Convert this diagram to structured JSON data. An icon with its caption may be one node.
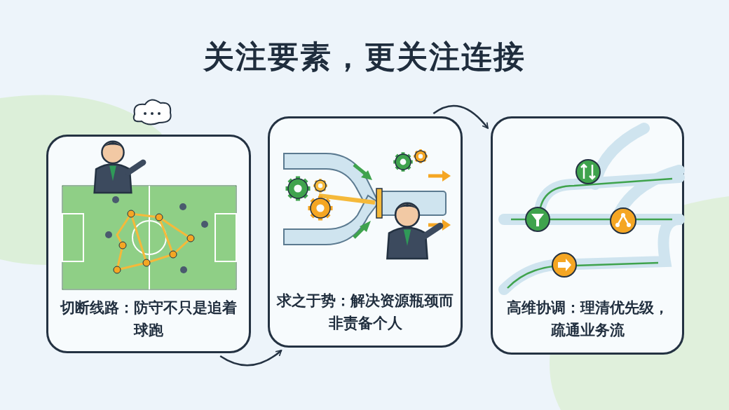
{
  "diagram": {
    "title": "关注要素，更关注连接",
    "nodes": [
      {
        "text": [
          "切断线路：防守不只是追着球跑"
        ]
      },
      {
        "text": [
          "求之于势：解决资源瓶颈而非责备个人"
        ]
      },
      {
        "text": [
          "高维协调：理清优先级，疏通业务流"
        ]
      }
    ],
    "edges": [
      {
        "from": 0,
        "to": 1,
        "arrow": "to"
      },
      {
        "from": 1,
        "to": 2,
        "arrow": "to"
      }
    ]
  }
}
